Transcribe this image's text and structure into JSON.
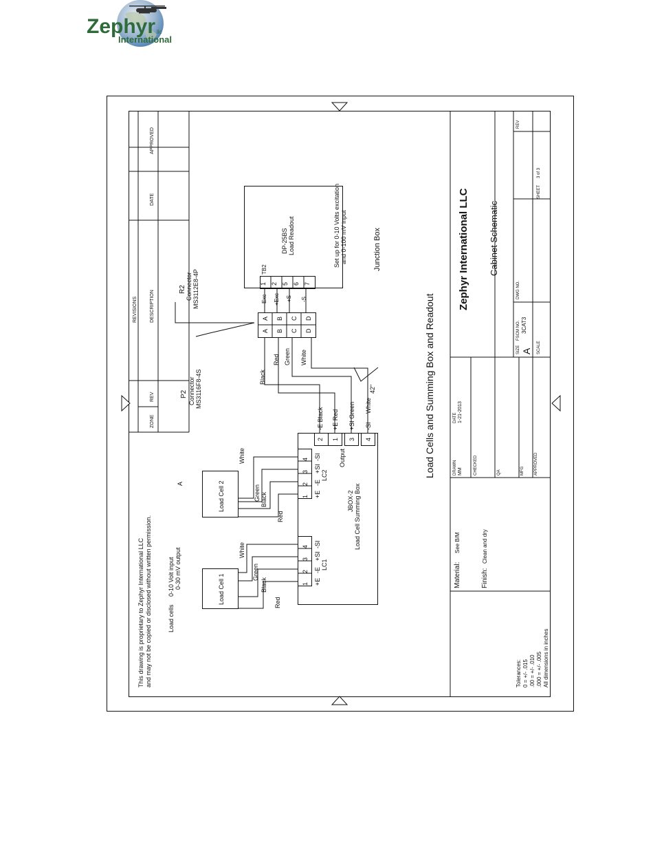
{
  "logo": {
    "name": "Zephyr",
    "suffix": "llc",
    "subname": "International",
    "colors": {
      "text": "#2e6a3a",
      "globe": "#4a7fb0"
    }
  },
  "revisions": {
    "heading": "REVISIONS",
    "columns": [
      "ZONE",
      "REV",
      "DESCRIPTION",
      "DATE",
      "APPROVED"
    ]
  },
  "notes": {
    "proprietary_1": "This drawing is proprietary to Zephyr International LLC",
    "proprietary_2": "and may not be copied or disclosed without written permission.",
    "loadcells_label": "Load cells",
    "loadcells_spec_1": "0-10 Volt input",
    "loadcells_spec_2": "0-30 mV output",
    "zone_marker": "A"
  },
  "components": {
    "load_cell_1": "Load Cell 1",
    "load_cell_2": "Load Cell 2",
    "lc1": {
      "label": "LC1",
      "pins": [
        "1",
        "2",
        "3",
        "4"
      ],
      "signals": [
        "+E",
        "-E",
        "+SI",
        "-SI"
      ],
      "wires": [
        "Red",
        "Black",
        "Green",
        "White"
      ]
    },
    "lc2": {
      "label": "LC2",
      "pins": [
        "1",
        "2",
        "3",
        "4"
      ],
      "signals": [
        "+E",
        "-E",
        "+SI",
        "-SI"
      ],
      "wires": [
        "Red",
        "Black",
        "Green",
        "White"
      ]
    },
    "summing_box": {
      "model": "JBOX-2",
      "name": "Load Cell Summing Box"
    },
    "output": {
      "label": "Output",
      "pins": [
        "2",
        "1",
        "3",
        "4"
      ],
      "signals": [
        "-E Black",
        "+E Red",
        "+SI Green",
        "-SI",
        "White"
      ]
    },
    "p2": {
      "label": "P2",
      "title": "Connector",
      "part": "MS3116F8-4S"
    },
    "r2": {
      "label": "R2",
      "title": "Connector",
      "part": "MS3112E8-4P"
    },
    "connector_pins": [
      "A",
      "B",
      "C",
      "D"
    ],
    "cable_colors": [
      "Black",
      "Red",
      "Green",
      "White"
    ],
    "cable_length": "42\"",
    "tb2": {
      "label": "TB2",
      "pins": [
        "1",
        "2",
        "5",
        "6",
        "7"
      ],
      "signals": [
        "Exc",
        "+Exc",
        "+S",
        "-S"
      ]
    },
    "readout": {
      "model": "DP-25BS",
      "name": "Load Readout"
    },
    "setup_1": "Set up for 0-10 Volts excitation",
    "setup_2": "and 0-100 mV input",
    "junction_box": "Junction Box",
    "drawing_title": "Load Cells and Summing Box and Readout"
  },
  "title_block": {
    "tolerances": "Tolerances:",
    "tol_1": "0 = +/- .015",
    "tol_2": ".00 = +/- .010",
    "tol_3": ".000 = +/- .005",
    "dims": "All dimensions in inches",
    "material_label": "Material:",
    "material_value": "See B/M",
    "finish_label": "Finish:",
    "finish_value": "Clean and dry",
    "drawn_label": "DRAWN",
    "drawn_value": "MM",
    "date_label": "DATE",
    "date_value": "1-21-2013",
    "checked_label": "CHECKED",
    "qa_label": "QA",
    "mfg_label": "MFG",
    "approved_label": "APPROVED",
    "company": "Zephyr International LLC",
    "schematic_title": "Cabinet Schematic",
    "size_label": "SIZE",
    "size_value": "A",
    "fscm_label": "FSCM NO.",
    "fscm_value": "3CAT3",
    "dwg_label": "DWG NO.",
    "rev_label": "REV",
    "scale_label": "SCALE",
    "sheet_label": "SHEET",
    "sheet_value": "3 of 3"
  }
}
